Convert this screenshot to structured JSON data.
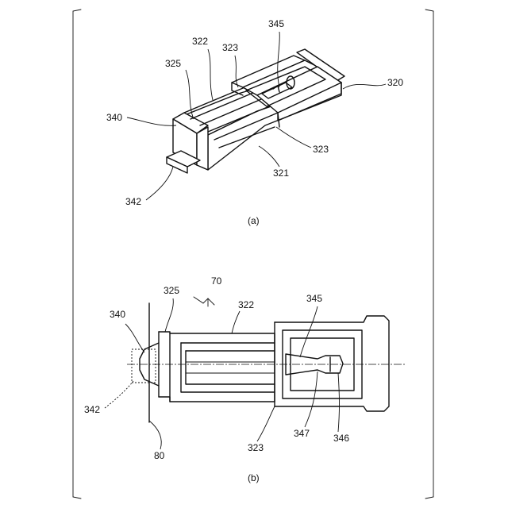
{
  "figure_a": {
    "caption": "(a)",
    "labels": {
      "l345": "345",
      "l322": "322",
      "l323_top": "323",
      "l325": "325",
      "l320": "320",
      "l340": "340",
      "l323_bottom": "323",
      "l321": "321",
      "l342": "342"
    }
  },
  "figure_b": {
    "caption": "(b)",
    "labels": {
      "l70": "70",
      "l325": "325",
      "l322": "322",
      "l345": "345",
      "l340": "340",
      "l342": "342",
      "l347": "347",
      "l346": "346",
      "l323": "323",
      "l80": "80"
    }
  }
}
